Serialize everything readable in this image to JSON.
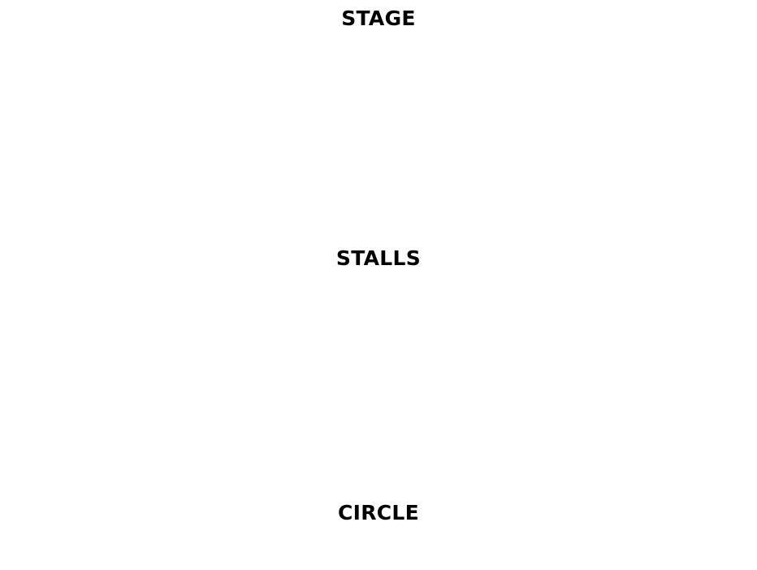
{
  "labels": {
    "stage": "STAGE",
    "stalls": "STALLS",
    "circle": "CIRCLE"
  },
  "colors": {
    "background": "#ffffff",
    "text": "#000000"
  }
}
